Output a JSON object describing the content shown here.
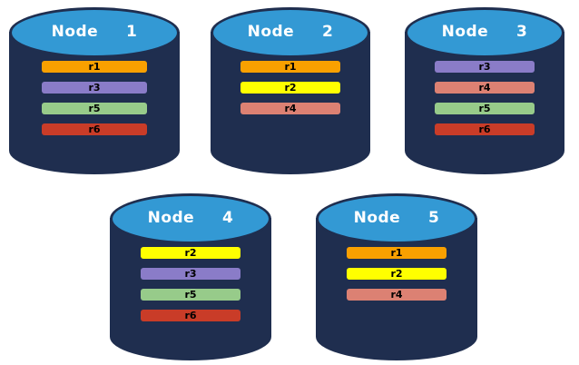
{
  "diagram": {
    "background": "#ffffff",
    "colors": {
      "cylinder_body": "#1f2e4f",
      "cylinder_top_fill": "#3399d4",
      "cylinder_top_border": "#1f2e4f",
      "title_text": "#ffffff",
      "bar_text": "#000000",
      "replicas": {
        "r1": "#f9a000",
        "r2": "#ffff00",
        "r3": "#8a7cc8",
        "r4": "#dc8173",
        "r5": "#97cb8a",
        "r6": "#c93c28"
      }
    },
    "nodes": [
      {
        "title": "Node  1",
        "replicas": [
          "r1",
          "r3",
          "r5",
          "r6"
        ]
      },
      {
        "title": "Node  2",
        "replicas": [
          "r1",
          "r2",
          "r4"
        ]
      },
      {
        "title": "Node  3",
        "replicas": [
          "r3",
          "r4",
          "r5",
          "r6"
        ]
      },
      {
        "title": "Node  4",
        "replicas": [
          "r2",
          "r3",
          "r5",
          "r6"
        ]
      },
      {
        "title": "Node  5",
        "replicas": [
          "r1",
          "r2",
          "r4"
        ]
      }
    ]
  }
}
